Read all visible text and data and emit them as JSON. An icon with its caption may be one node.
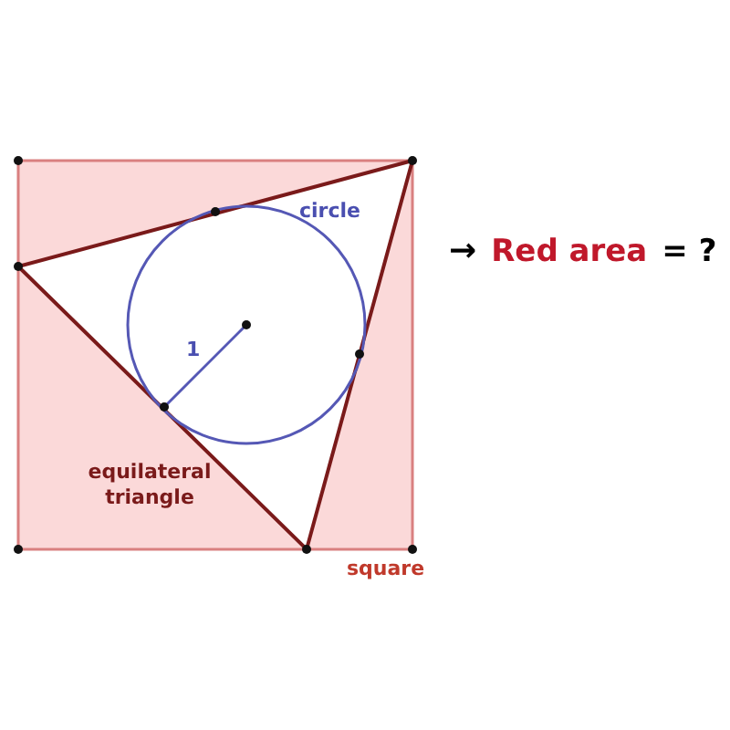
{
  "diagram": {
    "labels": [
      "circle",
      "1",
      "equilateral triangle",
      "square",
      "→",
      "Red area",
      "= ?"
    ]
  }
}
